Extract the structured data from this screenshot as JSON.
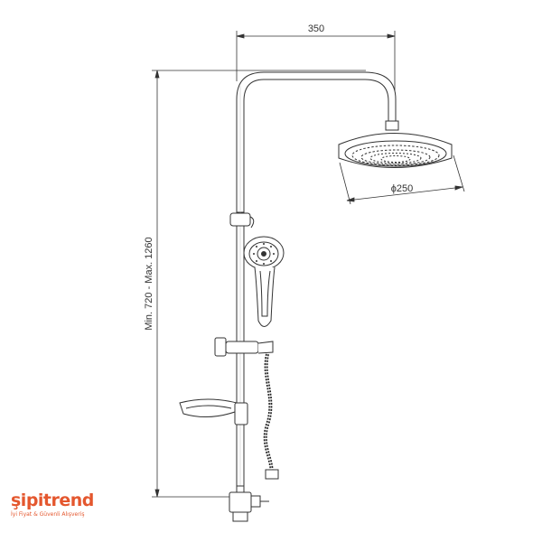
{
  "dimensions": {
    "width_label": "350",
    "diameter_label": "ϕ250",
    "height_label": "Min. 720 - Max. 1260"
  },
  "brand": {
    "name": "şipitrend",
    "tagline": "İyi Fiyat & Güvenli Alışveriş",
    "color": "#e4572e"
  },
  "colors": {
    "line": "#333333",
    "hose": "#222222"
  }
}
